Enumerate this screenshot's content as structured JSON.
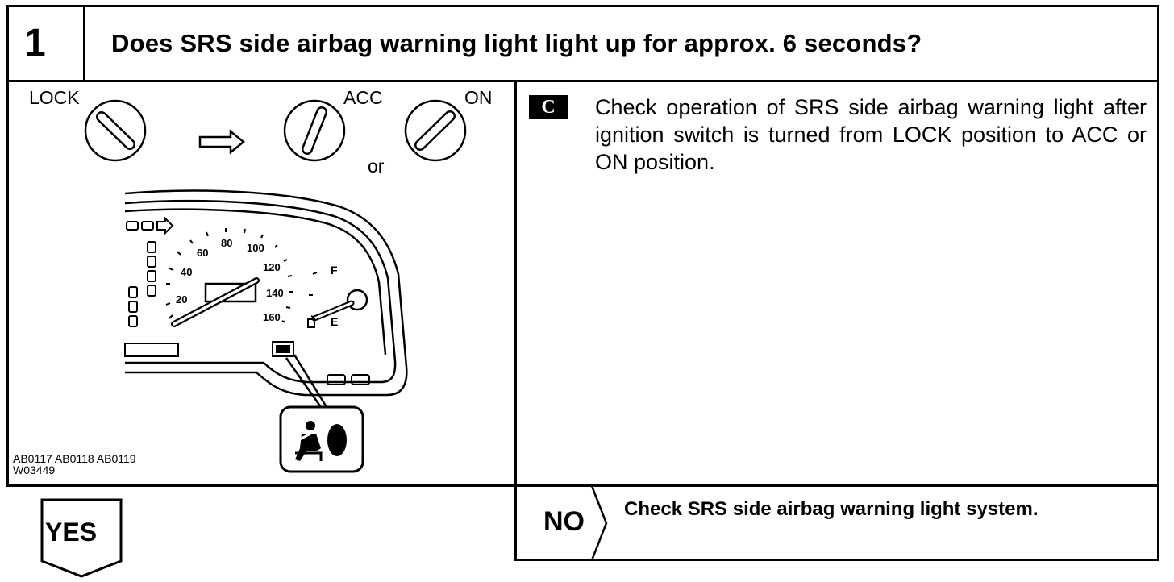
{
  "step": {
    "number": "1",
    "question": "Does SRS side airbag warning light light up for approx. 6 seconds?"
  },
  "figure": {
    "positions": {
      "lock": "LOCK",
      "acc": "ACC",
      "on": "ON"
    },
    "or_text": "or",
    "speed_labels": [
      "20",
      "40",
      "60",
      "80",
      "100",
      "120",
      "140",
      "160"
    ],
    "fuel_labels": {
      "full": "F",
      "empty": "E"
    },
    "codes": [
      "AB0117 AB0118 AB0119",
      "W03449"
    ],
    "icons": [
      "ignition-key-icon",
      "arrow-right-icon",
      "airbag-warning-icon",
      "fuel-pump-icon"
    ]
  },
  "check": {
    "badge": "C",
    "instruction": "Check operation of SRS side airbag warning light after ignition switch is turned from LOCK position to ACC or ON position."
  },
  "no_branch": {
    "label": "NO",
    "text": "Check SRS side airbag warning light system."
  },
  "yes_branch": {
    "label": "YES"
  }
}
